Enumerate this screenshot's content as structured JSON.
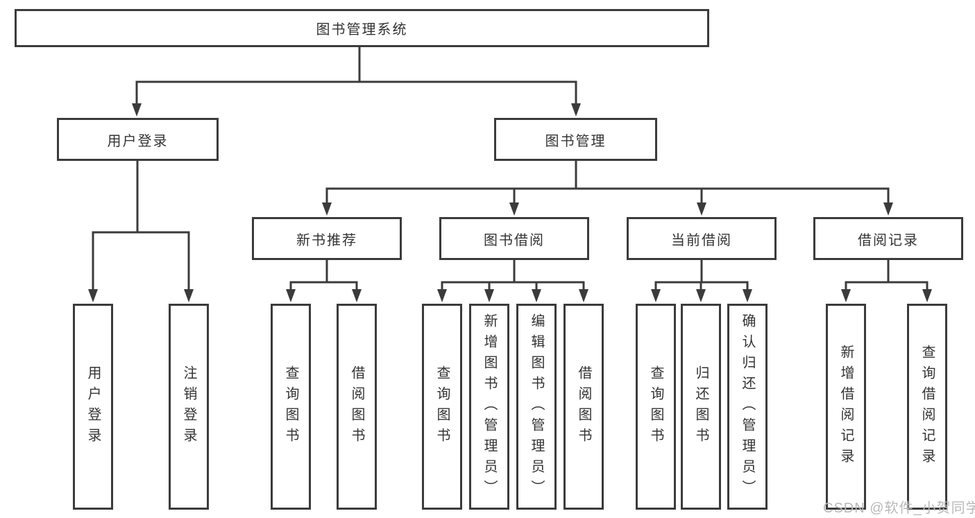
{
  "diagram": {
    "root": {
      "label": "图书管理系统"
    },
    "branches": [
      {
        "label": "用户登录",
        "children": [
          {
            "label": "用户登录"
          },
          {
            "label": "注销登录"
          }
        ]
      },
      {
        "label": "图书管理",
        "children": [
          {
            "label": "新书推荐",
            "children": [
              {
                "label": "查询图书"
              },
              {
                "label": "借阅图书"
              }
            ]
          },
          {
            "label": "图书借阅",
            "children": [
              {
                "label": "查询图书"
              },
              {
                "label": "新增图书（管理员）"
              },
              {
                "label": "编辑图书（管理员）"
              },
              {
                "label": "借阅图书"
              }
            ]
          },
          {
            "label": "当前借阅",
            "children": [
              {
                "label": "查询图书"
              },
              {
                "label": "归还图书"
              },
              {
                "label": "确认归还（管理员）"
              }
            ]
          },
          {
            "label": "借阅记录",
            "children": [
              {
                "label": "新增借阅记录"
              },
              {
                "label": "查询借阅记录"
              }
            ]
          }
        ]
      }
    ]
  },
  "watermark": {
    "text": "CSDN @软件_小贺同学"
  },
  "colors": {
    "line": "#3b3b3b",
    "text": "#333333",
    "watermark": "#b9b9b9",
    "background": "#ffffff"
  }
}
